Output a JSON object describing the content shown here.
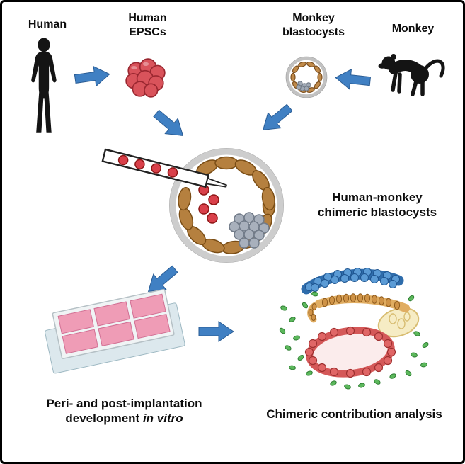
{
  "labels": {
    "human": "Human",
    "human_epscs": {
      "line1": "Human",
      "line2": "EPSCs"
    },
    "monkey_blastocysts": {
      "line1": "Monkey",
      "line2": "blastocysts"
    },
    "monkey": "Monkey",
    "chimeric_blastocysts": {
      "line1": "Human-monkey",
      "line2": "chimeric blastocysts"
    },
    "development": {
      "line1": "Peri- and post-implantation",
      "line2_text": "development",
      "line2_italic": "in vitro"
    },
    "analysis": "Chimeric contribution analysis"
  },
  "illustrations": [
    "human-silhouette",
    "human-epsc-cluster",
    "monkey-blastocyst",
    "monkey-silhouette",
    "chimeric-blastocyst-with-micropipette",
    "culture-plate",
    "post-implantation-embryo"
  ],
  "colors": {
    "arrow_blue": "#4080c3",
    "epsc_red": "#d9535b",
    "injected_cell_red": "#d9404a",
    "trophoblast_brown": "#b5803f",
    "icm_gray": "#a8b0bc",
    "epiblast_blue": "#5b9bd5",
    "hypoblast_tan": "#cf9347",
    "yolk_sac_yellow": "#f6ecc4",
    "amnion_red": "#e06666",
    "mesenchyme_green": "#5cb85c",
    "silhouette_black": "#141414"
  }
}
